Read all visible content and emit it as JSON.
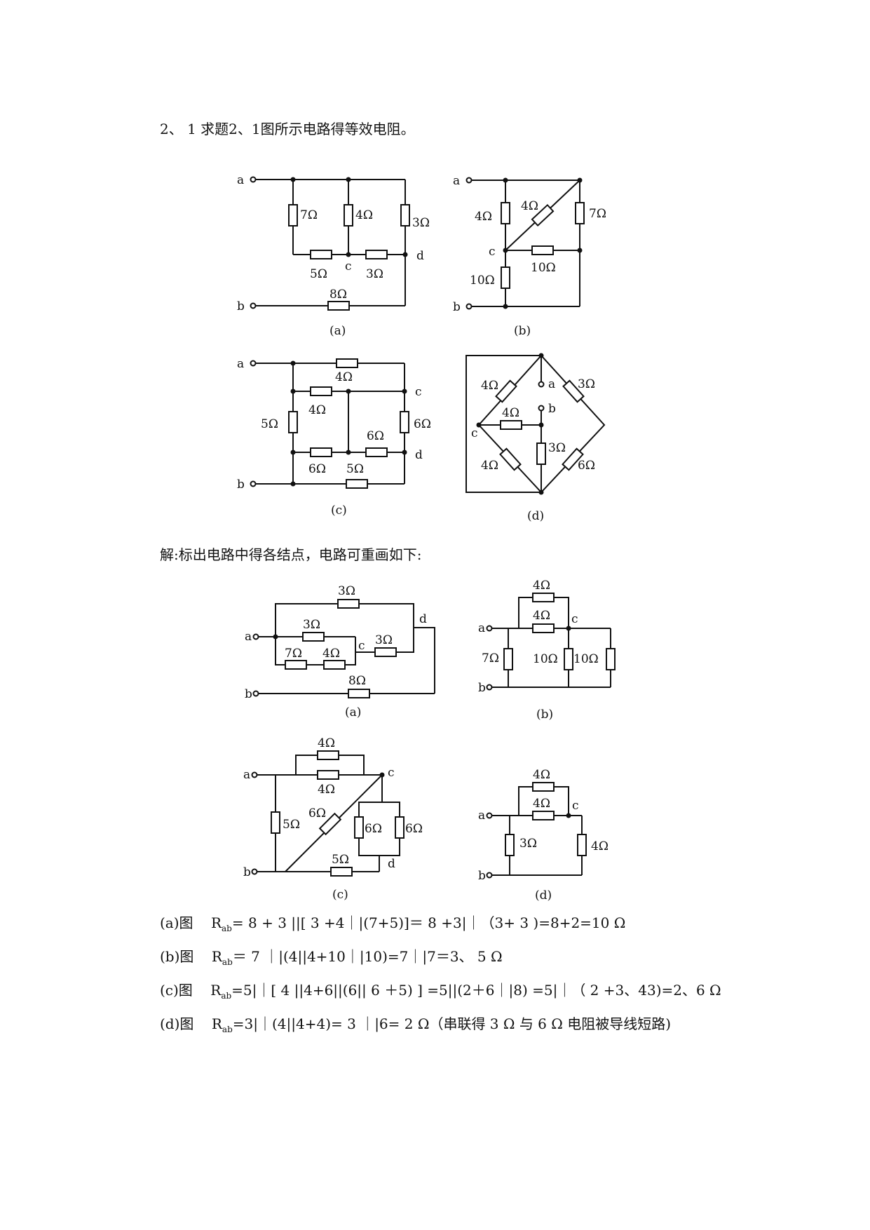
{
  "problem": {
    "text": "2、 1  求题2、1图所示电路得等效电阻。"
  },
  "solution": {
    "intro": "解:标出电路中得各结点，电路可重画如下:"
  },
  "figures": {
    "a": {
      "caption": "(a)",
      "nodes": {
        "a": "a",
        "b": "b",
        "c": "c",
        "d": "d"
      },
      "resistors": {
        "r7": "7Ω",
        "r4": "4Ω",
        "r3v": "3Ω",
        "r5": "5Ω",
        "r3h": "3Ω",
        "r8": "8Ω"
      }
    },
    "b": {
      "caption": "(b)",
      "nodes": {
        "a": "a",
        "b": "b",
        "c": "c"
      },
      "resistors": {
        "r4v": "4Ω",
        "r4d": "4Ω",
        "r7": "7Ω",
        "r10h": "10Ω",
        "r10v": "10Ω"
      }
    },
    "c": {
      "caption": "(c)",
      "nodes": {
        "a": "a",
        "b": "b",
        "c": "c",
        "d": "d"
      },
      "resistors": {
        "r4top": "4Ω",
        "r4mid": "4Ω",
        "r5v": "5Ω",
        "r6r": "6Ω",
        "r6m": "6Ω",
        "r6l": "6Ω",
        "r5b": "5Ω"
      }
    },
    "d": {
      "caption": "(d)",
      "nodes": {
        "a": "a",
        "b": "b",
        "c": "c"
      },
      "resistors": {
        "r4ul": "4Ω",
        "r3ur": "3Ω",
        "r4h": "4Ω",
        "r3v": "3Ω",
        "r4ll": "4Ω",
        "r6lr": "6Ω"
      }
    }
  },
  "redrawn": {
    "a": {
      "caption": "(a)",
      "nodes": {
        "a": "a",
        "b": "b",
        "c": "c",
        "d": "d"
      },
      "resistors": {
        "r3top": "3Ω",
        "r3mid": "3Ω",
        "r7": "7Ω",
        "r4": "4Ω",
        "r3c": "3Ω",
        "r8": "8Ω"
      }
    },
    "b": {
      "caption": "(b)",
      "nodes": {
        "a": "a",
        "b": "b",
        "c": "c"
      },
      "resistors": {
        "r4top": "4Ω",
        "r4mid": "4Ω",
        "r7": "7Ω",
        "r10a": "10Ω",
        "r10b": "10Ω"
      }
    },
    "c": {
      "caption": "(c)",
      "nodes": {
        "a": "a",
        "b": "b",
        "c": "c",
        "d": "d"
      },
      "resistors": {
        "r4top": "4Ω",
        "r4mid": "4Ω",
        "r5": "5Ω",
        "r6d": "6Ω",
        "r6a": "6Ω",
        "r6b": "6Ω",
        "r5b": "5Ω"
      }
    },
    "d": {
      "caption": "(d)",
      "nodes": {
        "a": "a",
        "b": "b",
        "c": "c"
      },
      "resistors": {
        "r4top": "4Ω",
        "r4mid": "4Ω",
        "r3": "3Ω",
        "r4r": "4Ω"
      }
    }
  },
  "answers": {
    "a": {
      "prefix": "(a)图",
      "eq": "R",
      "sub": "ab",
      "rest": "= 8 + 3 ||[ 3 +4｜|(7+5)]＝ 8 +3|｜（3+ 3 )=8+2=10 Ω"
    },
    "b": {
      "prefix": "(b)图",
      "eq": "R",
      "sub": "ab",
      "rest": "＝ 7 ｜|(4||4+10｜|10)=7｜|7＝3、 5 Ω"
    },
    "c": {
      "prefix": "(c)图",
      "eq": "R",
      "sub": "ab",
      "rest": "=5|｜[ 4 ||4+6||(6|| 6 ＋5) ] =5||(2＋6｜|8) =5|｜（ 2 +3、43)=2、6 Ω"
    },
    "d": {
      "prefix": "(d)图",
      "eq": "R",
      "sub": "ab",
      "rest": "=3|｜(4||4+4)= 3 ｜|6= 2 Ω（串联得 3 Ω 与 6 Ω 电阻被导线短路)"
    }
  }
}
